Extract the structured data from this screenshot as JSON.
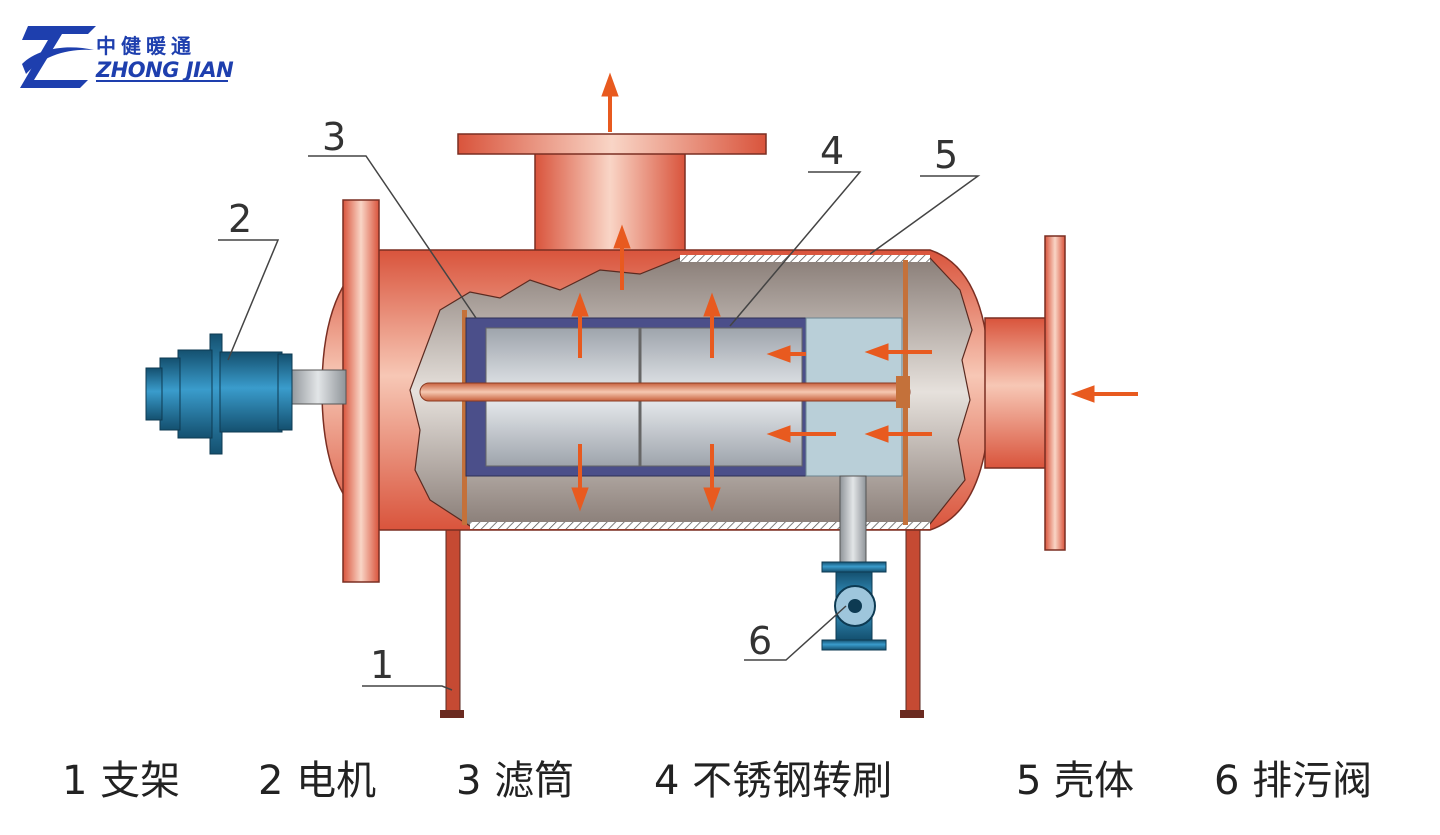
{
  "logo": {
    "chinese": "中健暖通",
    "english": "ZHONG JIAN"
  },
  "callouts": [
    "1",
    "2",
    "3",
    "4",
    "5",
    "6"
  ],
  "legend": [
    {
      "num": "1",
      "label": "支架"
    },
    {
      "num": "2",
      "label": "电机"
    },
    {
      "num": "3",
      "label": "滤筒"
    },
    {
      "num": "4",
      "label": "不锈钢转刷"
    },
    {
      "num": "5",
      "label": "壳体"
    },
    {
      "num": "6",
      "label": "排污阀"
    }
  ],
  "colors": {
    "shell": "#d9543c",
    "shell_highlight": "#f7c7b5",
    "arrow": "#e85a1f",
    "motor": "#1f6f9e",
    "logo": "#1e3fae"
  }
}
